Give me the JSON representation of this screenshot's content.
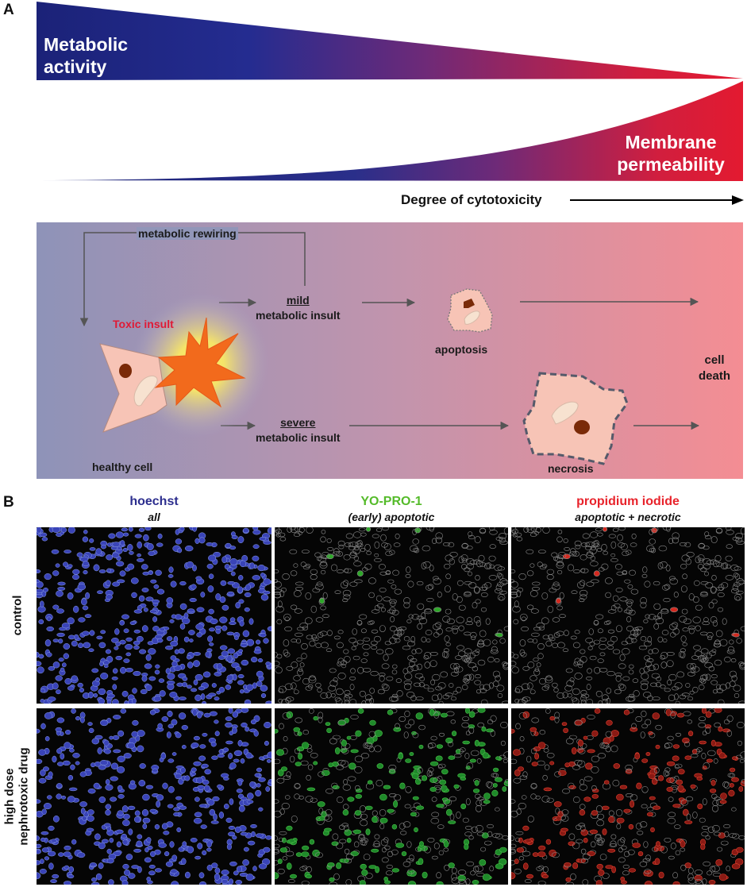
{
  "panel_a": {
    "letter": "A",
    "metabolic_activity_line1": "Metabolic",
    "metabolic_activity_line2": "activity",
    "membrane_permeability_line1": "Membrane",
    "membrane_permeability_line2": "permeability",
    "axis_label": "Degree of cytotoxicity",
    "colors": {
      "blue": "#1c237a",
      "purple": "#6e2a78",
      "red": "#e01a35"
    }
  },
  "pathway": {
    "metabolic_rewiring": "metabolic rewiring",
    "toxic_insult": "Toxic insult",
    "mild": "mild",
    "mild_rest": "metabolic insult",
    "severe": "severe",
    "severe_rest": "metabolic insult",
    "healthy_cell": "healthy cell",
    "apoptosis": "apoptosis",
    "necrosis": "necrosis",
    "cell_death_line1": "cell",
    "cell_death_line2": "death",
    "colors": {
      "bg_start": "#8e93b8",
      "bg_end": "#f39097",
      "toxic": "#e01a35",
      "arrow": "#555555"
    }
  },
  "panel_b": {
    "letter": "B",
    "columns": [
      {
        "title": "hoechst",
        "subtitle": "all",
        "color": "#2c2e8e"
      },
      {
        "title": "YO-PRO-1",
        "subtitle": "(early) apoptotic",
        "color": "#55bb2a"
      },
      {
        "title": "propidium iodide",
        "subtitle": "apoptotic + necrotic",
        "color": "#e8232b"
      }
    ],
    "rows": [
      {
        "label": "control"
      },
      {
        "label_line1": "high dose",
        "label_line2": "nephrotoxic drug"
      }
    ]
  }
}
